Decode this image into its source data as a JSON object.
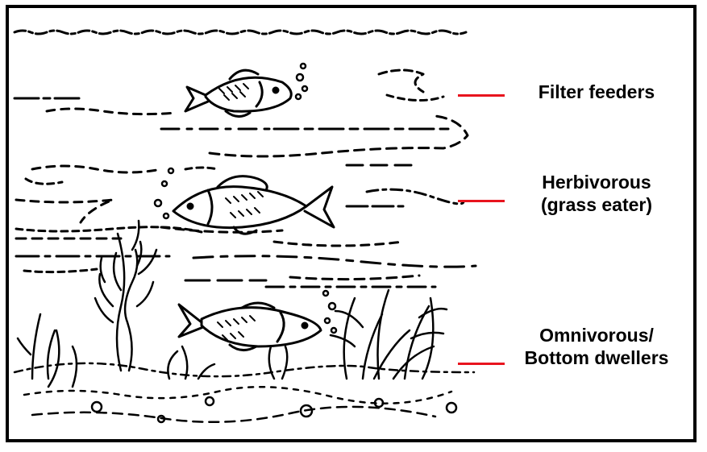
{
  "colors": {
    "pointer": "#e8141e",
    "ink": "#000000",
    "background": "#ffffff"
  },
  "labels": {
    "filter": {
      "line1": "Filter feeders"
    },
    "herbivorous": {
      "line1": "Herbivorous",
      "line2": "(grass eater)"
    },
    "omnivorous": {
      "line1": "Omnivorous/",
      "line2": "Bottom dwellers"
    }
  },
  "icons": {
    "top_fish": "fish-icon",
    "middle_fish": "fish-icon",
    "bottom_fish": "fish-icon",
    "bubbles": "bubbles-icon",
    "seaweed": "seaweed-icon"
  }
}
